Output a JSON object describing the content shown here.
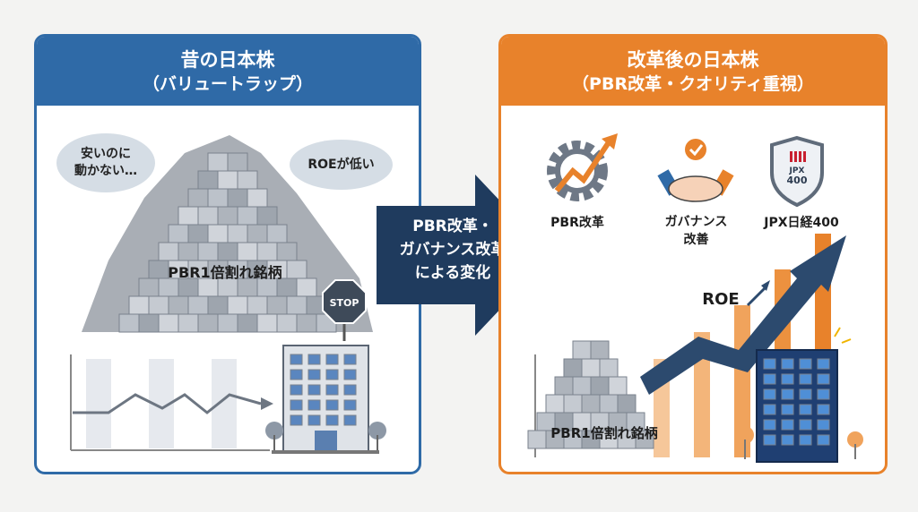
{
  "left": {
    "title": "昔の日本株",
    "subtitle": "（バリュートラップ）",
    "bubble_1": "安いのに\n動かない…",
    "bubble_2": "ROEが低い",
    "pyramid_label": "PBR1倍割れ銘柄",
    "stop_sign": "STOP"
  },
  "arrow": {
    "line1": "PBR改革・",
    "line2": "ガバナンス改革",
    "line3": "による変化"
  },
  "right": {
    "title": "改革後の日本株",
    "subtitle": "（PBR改革・クオリティ重視）",
    "icons": [
      {
        "label": "PBR改革",
        "icon": "gear-chart-icon"
      },
      {
        "label": "ガバナンス\n改善",
        "icon": "handshake-check-icon"
      },
      {
        "label": "JPX日経400",
        "icon": "shield-icon",
        "badge": "JPX\n400"
      }
    ],
    "roe_label": "ROE",
    "pyramid_label": "PBR1倍割れ銘柄"
  },
  "colors": {
    "blue": "#2f6aa7",
    "orange": "#e8822b",
    "navy": "#1f3b5e"
  }
}
